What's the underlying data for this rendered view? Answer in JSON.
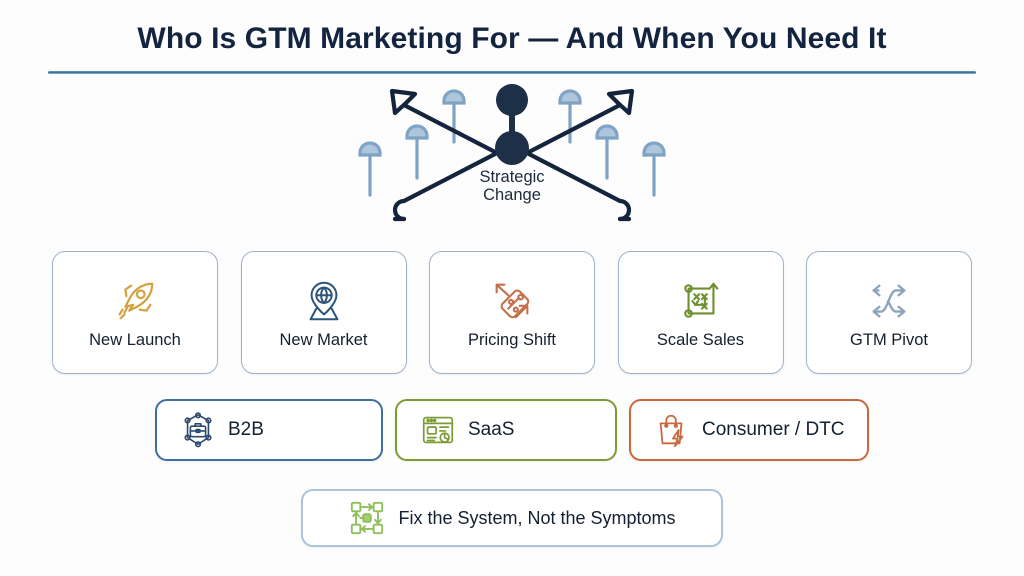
{
  "header": {
    "title": "Who Is GTM Marketing For — And When You Need It",
    "divider_color": "#2f6d96"
  },
  "hub": {
    "label_line1": "Strategic",
    "label_line2": "Change",
    "node_color": "#1d3048",
    "arrow_color": "#13243c",
    "pin_color": "#7fa3c4",
    "icon_name": "crossing-arrows-with-pins"
  },
  "cards": [
    {
      "label": "New Launch",
      "icon": "rocket-icon",
      "icon_color": "#d2a23f"
    },
    {
      "label": "New Market",
      "icon": "globe-pin-icon",
      "icon_color": "#2c5579"
    },
    {
      "label": "Pricing Shift",
      "icon": "price-tag-icon",
      "icon_color": "#c4704a"
    },
    {
      "label": "Scale Sales",
      "icon": "strategy-board-icon",
      "icon_color": "#6f902e"
    },
    {
      "label": "GTM Pivot",
      "icon": "shuffle-arrows-icon",
      "icon_color": "#8ba4bb"
    }
  ],
  "pills": [
    {
      "label": "B2B",
      "icon": "briefcase-network-icon",
      "color": "#3f6ea5"
    },
    {
      "label": "SaaS",
      "icon": "dashboard-icon",
      "color": "#7d9b34"
    },
    {
      "label": "Consumer / DTC",
      "icon": "shopping-bag-bolt-icon",
      "color": "#c9683f"
    }
  ],
  "bottom": {
    "label": "Fix the System, Not the Symptoms",
    "icon": "system-loop-icon",
    "icon_color": "#8fbf5a",
    "border_color": "#aac4dd"
  }
}
